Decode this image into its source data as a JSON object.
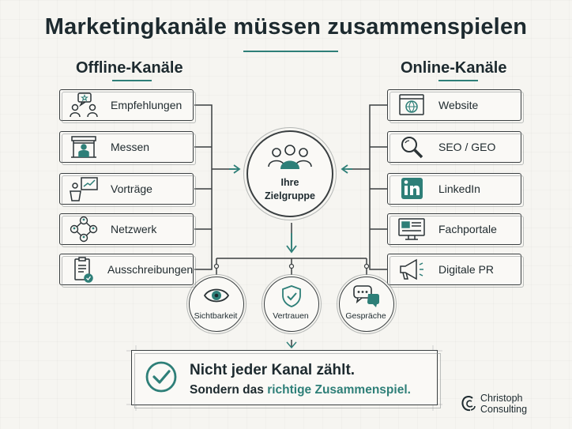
{
  "title": "Marketingkanäle müssen zusammenspielen",
  "offline": {
    "heading": "Offline-Kanäle",
    "items": [
      {
        "label": "Empfehlungen",
        "icon": "referral-speech-icon"
      },
      {
        "label": "Messen",
        "icon": "trade-fair-booth-icon"
      },
      {
        "label": "Vorträge",
        "icon": "presentation-podium-icon"
      },
      {
        "label": "Netzwerk",
        "icon": "network-people-icon"
      },
      {
        "label": "Ausschreibungen",
        "icon": "tender-document-icon"
      }
    ]
  },
  "online": {
    "heading": "Online-Kanäle",
    "items": [
      {
        "label": "Website",
        "icon": "website-globe-icon"
      },
      {
        "label": "SEO / GEO",
        "icon": "magnifier-icon"
      },
      {
        "label": "LinkedIn",
        "icon": "linkedin-icon"
      },
      {
        "label": "Fachportale",
        "icon": "portal-monitor-icon"
      },
      {
        "label": "Digitale PR",
        "icon": "megaphone-icon"
      }
    ]
  },
  "center": {
    "line1": "Ihre",
    "line2": "Zielgruppe",
    "icon": "audience-group-icon"
  },
  "outcomes": [
    {
      "label": "Sichtbarkeit",
      "icon": "eye-icon"
    },
    {
      "label": "Vertrauen",
      "icon": "shield-check-icon"
    },
    {
      "label": "Gespräche",
      "icon": "chat-bubbles-icon"
    }
  ],
  "banner": {
    "line1": "Nicht jeder Kanal zählt.",
    "line2_prefix": "Sondern das ",
    "line2_highlight": "richtige Zusammenspiel.",
    "icon": "check-circle-icon"
  },
  "brand": {
    "name": "Christoph Consulting",
    "icon": "brand-logo-icon"
  },
  "colors": {
    "accent": "#2e7f78",
    "ink": "#1d2a2f",
    "background": "#f6f5f1"
  }
}
